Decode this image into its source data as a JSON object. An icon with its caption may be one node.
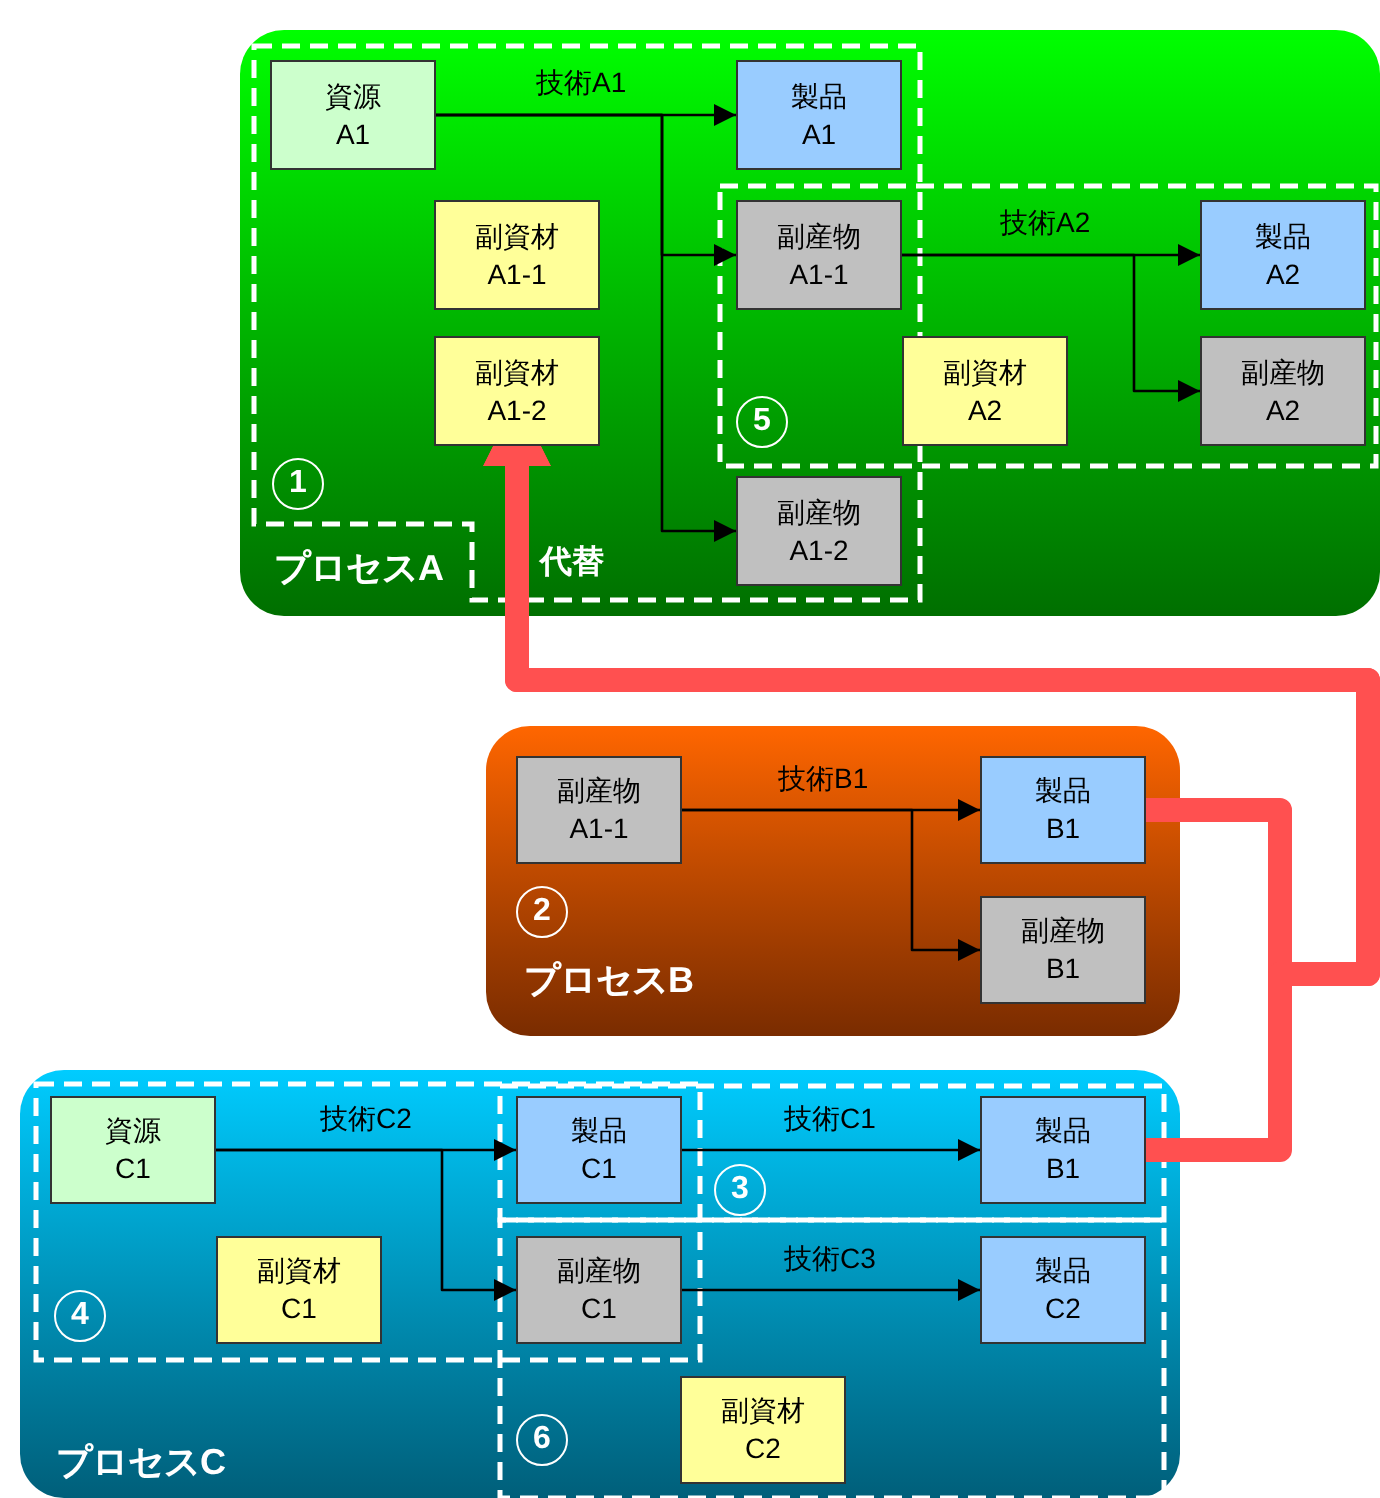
{
  "diagram": {
    "nodes": [
      {
        "text": [
          "プロセスA"
        ]
      },
      {
        "text": [
          "資源 A1"
        ],
        "in": 0
      },
      {
        "text": [
          "製品 A1"
        ],
        "in": 0
      },
      {
        "text": [
          "副資材 A1-1"
        ],
        "in": 0
      },
      {
        "text": [
          "副産物 A1-1"
        ],
        "in": 0
      },
      {
        "text": [
          "製品 A2"
        ],
        "in": 0
      },
      {
        "text": [
          "副資材 A1-2"
        ],
        "in": 0
      },
      {
        "text": [
          "副資材 A2"
        ],
        "in": 0
      },
      {
        "text": [
          "副産物 A2"
        ],
        "in": 0
      },
      {
        "text": [
          "5"
        ],
        "in": 0
      },
      {
        "text": [
          "1"
        ],
        "in": 0
      },
      {
        "text": [
          "副産物 A1-2"
        ],
        "in": 0
      },
      {
        "text": [
          "プロセスB"
        ]
      },
      {
        "text": [
          "副産物 A1-1"
        ],
        "in": 12
      },
      {
        "text": [
          "製品 B1"
        ],
        "in": 12
      },
      {
        "text": [
          "副産物 B1"
        ],
        "in": 12
      },
      {
        "text": [
          "2"
        ],
        "in": 12
      },
      {
        "text": [
          "プロセスC"
        ]
      },
      {
        "text": [
          "資源 C1"
        ],
        "in": 17
      },
      {
        "text": [
          "製品 C1"
        ],
        "in": 17
      },
      {
        "text": [
          "製品 B1"
        ],
        "in": 17
      },
      {
        "text": [
          "3"
        ],
        "in": 17
      },
      {
        "text": [
          "副資材 C1"
        ],
        "in": 17
      },
      {
        "text": [
          "副産物 C1"
        ],
        "in": 17
      },
      {
        "text": [
          "製品 C2"
        ],
        "in": 17
      },
      {
        "text": [
          "4"
        ],
        "in": 17
      },
      {
        "text": [
          "副資材 C2"
        ],
        "in": 17
      },
      {
        "text": [
          "6"
        ],
        "in": 17
      }
    ],
    "edges": [
      {
        "from": 1,
        "to": 2,
        "arrow": "to",
        "label": "技術A1"
      },
      {
        "from": 1,
        "to": 4,
        "arrow": "to"
      },
      {
        "from": 1,
        "to": 11,
        "arrow": "to"
      },
      {
        "from": 4,
        "to": 5,
        "arrow": "to",
        "label": "技術A2"
      },
      {
        "from": 4,
        "to": 8,
        "arrow": "to"
      },
      {
        "from": 13,
        "to": 14,
        "arrow": "to",
        "label": "技術B1"
      },
      {
        "from": 13,
        "to": 15,
        "arrow": "to"
      },
      {
        "from": 14,
        "to": 6,
        "arrow": "to",
        "label": "代替",
        "style": "thick",
        "color": "#ff5050"
      },
      {
        "from": 20,
        "to": 6,
        "arrow": "to",
        "style": "thick",
        "color": "#ff5050"
      },
      {
        "from": 18,
        "to": 19,
        "arrow": "to",
        "label": "技術C2"
      },
      {
        "from": 18,
        "to": 23,
        "arrow": "to"
      },
      {
        "from": 19,
        "to": 20,
        "arrow": "to",
        "label": "技術C1"
      },
      {
        "from": 23,
        "to": 24,
        "arrow": "to",
        "label": "技術C3"
      }
    ]
  }
}
